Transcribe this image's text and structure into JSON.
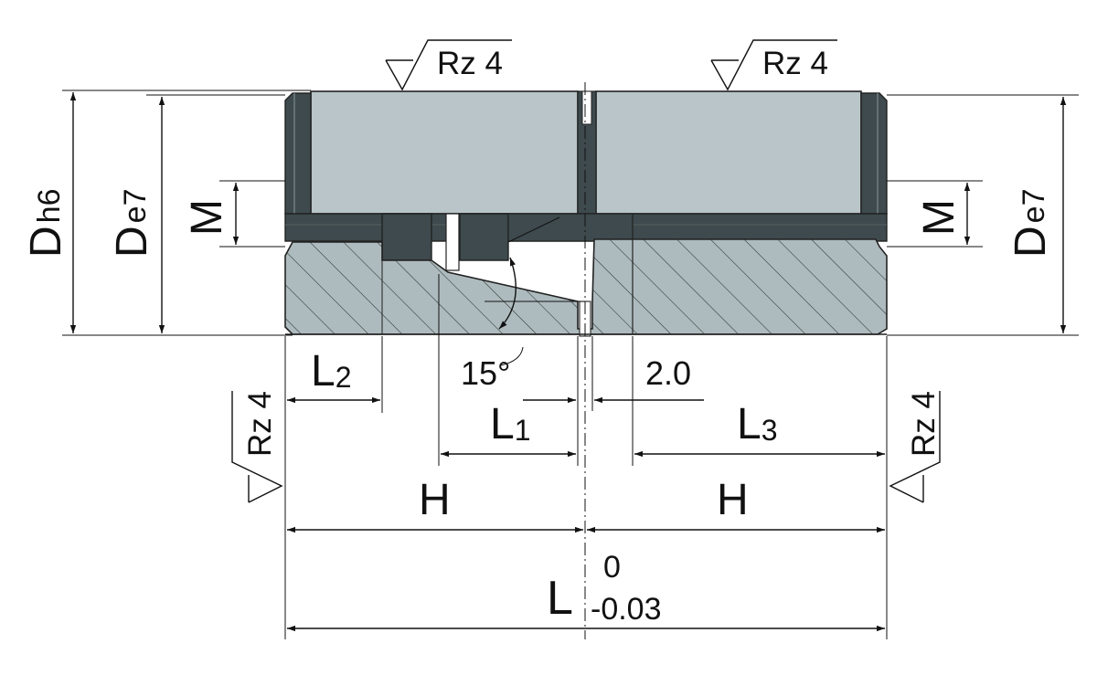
{
  "surface_finish": {
    "top_left": "Rz 4",
    "top_right": "Rz 4",
    "side_left": "Rz 4",
    "side_right": "Rz 4"
  },
  "left_dims": {
    "outer_symbol": "D",
    "outer_tolerance": "h6",
    "inner_symbol": "D",
    "inner_tolerance": "e7",
    "thread": "M"
  },
  "right_dims": {
    "inner_symbol": "D",
    "inner_tolerance": "e7",
    "thread": "M"
  },
  "lower_dims": {
    "l2_symbol": "L",
    "l2_sub": "2",
    "angle": "15°",
    "l1_symbol": "L",
    "l1_sub": "1",
    "gap": "2.0",
    "l3_symbol": "L",
    "l3_sub": "3",
    "half_left": "H",
    "half_right": "H",
    "total_symbol": "L",
    "total_upper_tol": "0",
    "total_lower_tol": "-0.03"
  },
  "colors": {
    "body_light": "#b9c5c8",
    "body_dark": "#3e4a4d",
    "section": "#aebbbe",
    "outline": "#222222"
  }
}
